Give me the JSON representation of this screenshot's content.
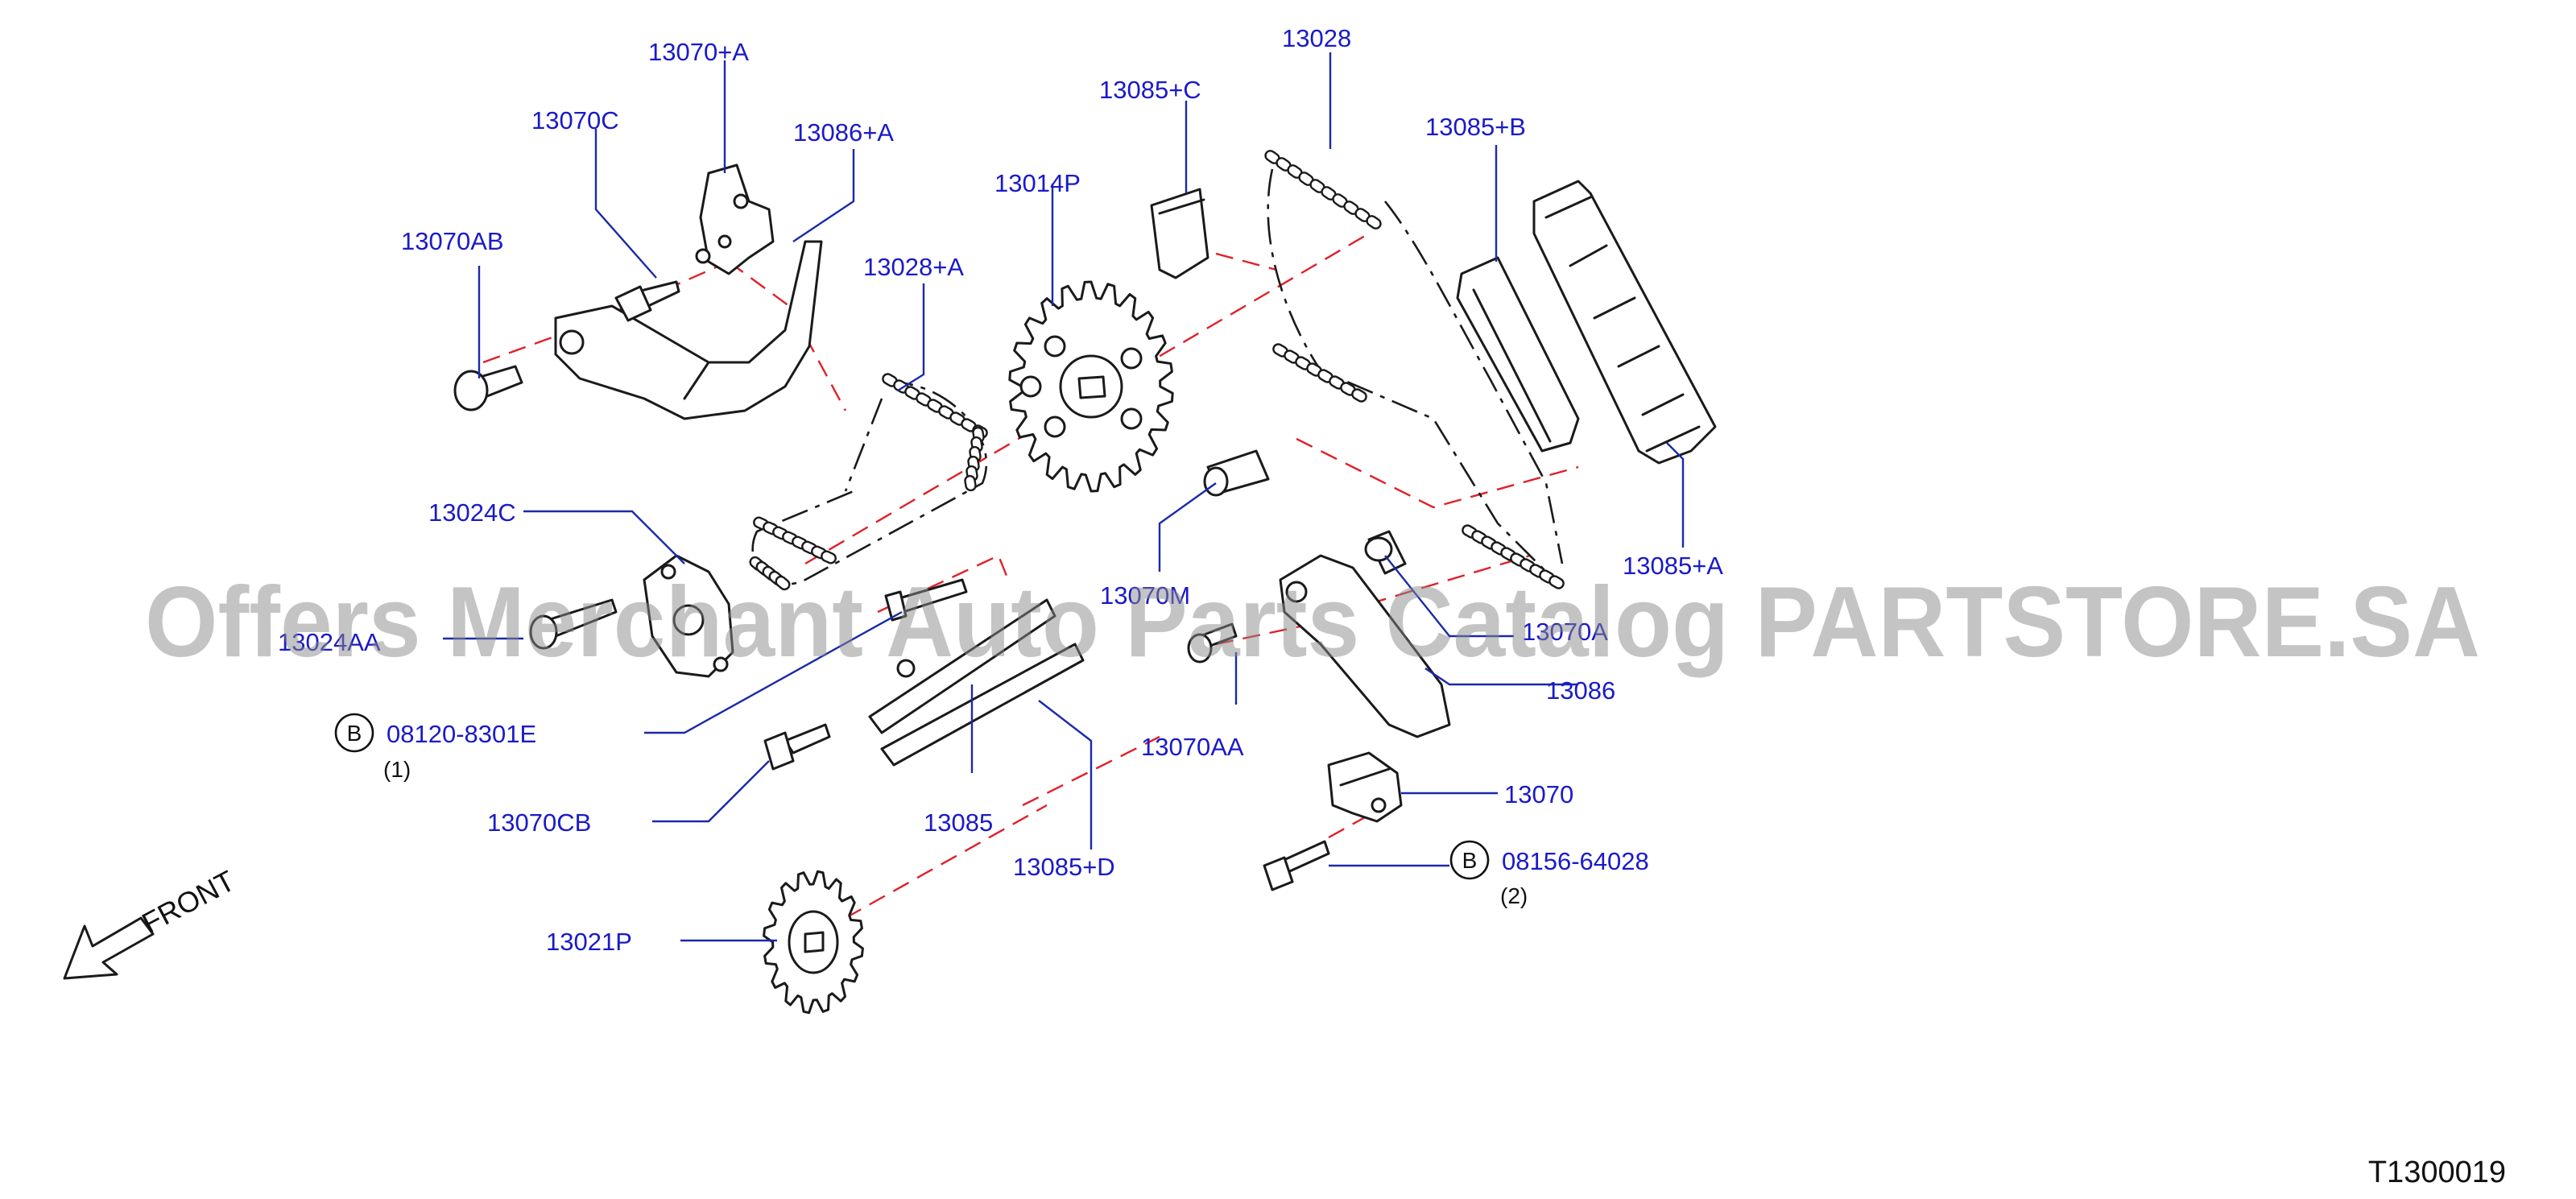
{
  "diagram": {
    "part_labels": {
      "p13070A_top": "13070+A",
      "p13070C": "13070C",
      "p13086A": "13086+A",
      "p13070AB": "13070AB",
      "p13028A": "13028+A",
      "p13014P": "13014P",
      "p13085C": "13085+C",
      "p13028": "13028",
      "p13085B": "13085+B",
      "p13085A": "13085+A",
      "p13024C": "13024C",
      "p13024AA": "13024AA",
      "p13070M": "13070M",
      "p13070A": "13070A",
      "p13086": "13086",
      "p08120": "08120-8301E",
      "p08120_qty": "(1)",
      "p13070CB": "13070CB",
      "p13085": "13085",
      "p13070AA": "13070AA",
      "p13070": "13070",
      "p08156": "08156-64028",
      "p08156_qty": "(2)",
      "p13085D": "13085+D",
      "p13021P": "13021P"
    },
    "bolt_marker": "B",
    "front_label": "FRONT",
    "reference_code": "T1300019",
    "watermark": "Offers Merchant Auto Parts Catalog PARTSTORE.SA",
    "colors": {
      "label": "#1a1ac8",
      "leader": "#1a2aa8",
      "centerline": "#e0202a",
      "outline": "#1a1a1a"
    }
  }
}
